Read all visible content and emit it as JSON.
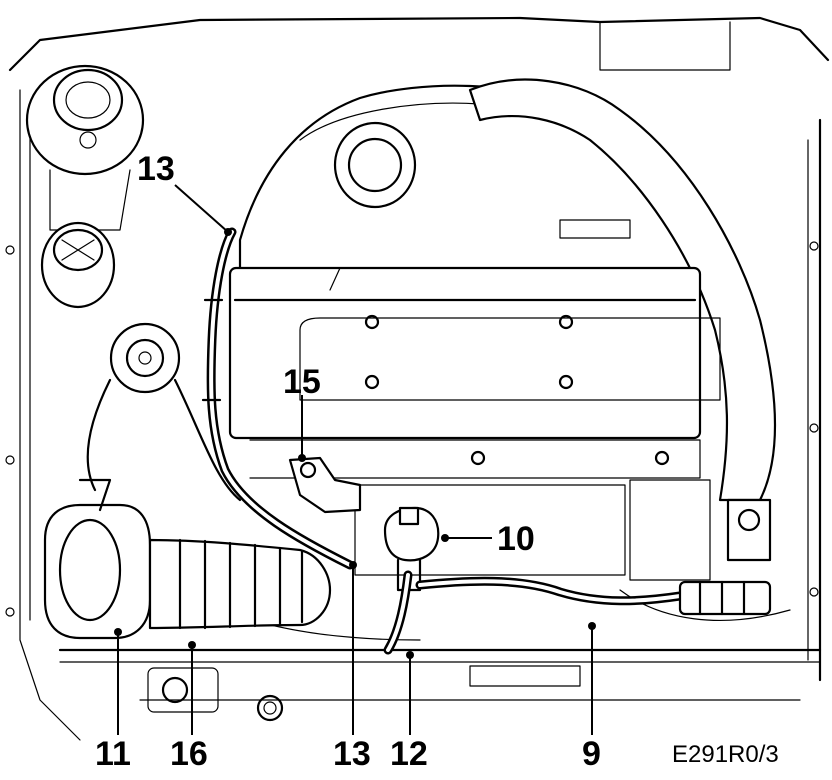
{
  "callouts": {
    "c13_top": "13",
    "c15": "15",
    "c10": "10",
    "c11": "11",
    "c16": "16",
    "c13_bottom": "13",
    "c12": "12",
    "c9": "9"
  },
  "figure_code": "E291R0/3"
}
